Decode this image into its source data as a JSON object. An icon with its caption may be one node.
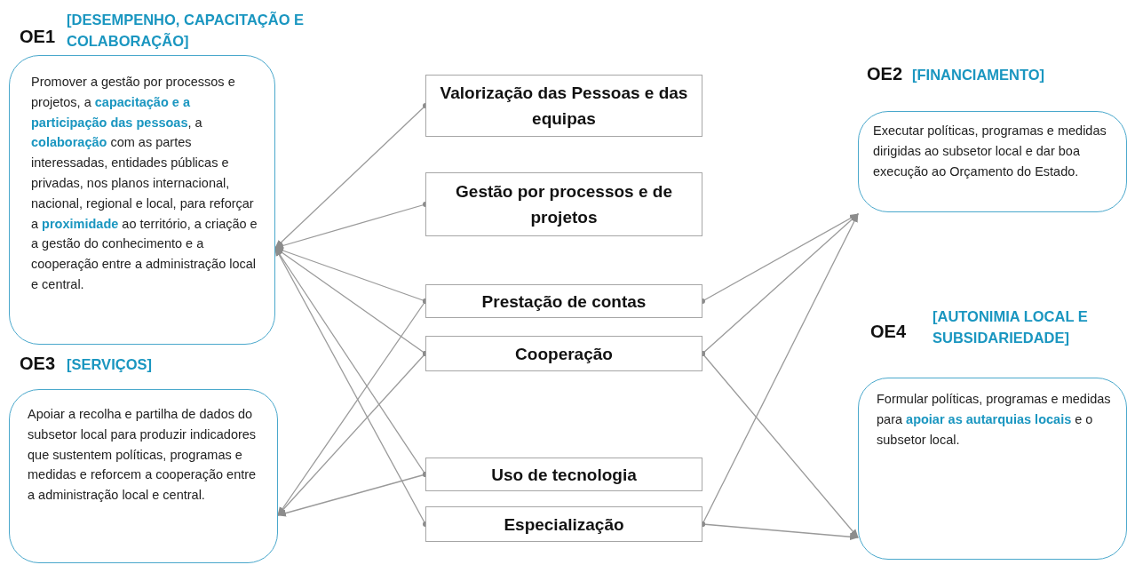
{
  "diagram": {
    "nodes": [
      {
        "text": [
          "OE1",
          "[DESEMPENHO, CAPACITAÇÃO E COLABORAÇÃO]",
          "Promover a gestão por processos e projetos, a **capacitação e a participação das pessoas**, a **colaboração** com as partes interessadas, entidades públicas e privadas, nos planos internacional, nacional, regional e local, para reforçar a **proximidade** ao território, a criação e a gestão do conhecimento e a cooperação entre a administração local e central."
        ]
      },
      {
        "text": [
          "OE3",
          "[SERVIÇOS]",
          "Apoiar a recolha e partilha de dados do subsetor local para produzir indicadores que sustentem políticas, programas e medidas e reforcem a cooperação entre a administração local e central."
        ]
      },
      {
        "text": [
          "Valorização das Pessoas e das equipas"
        ]
      },
      {
        "text": [
          "Gestão por processos e de projetos"
        ]
      },
      {
        "text": [
          "Prestação de contas"
        ]
      },
      {
        "text": [
          "Cooperação"
        ]
      },
      {
        "text": [
          "Uso de tecnologia"
        ]
      },
      {
        "text": [
          "Especialização"
        ]
      },
      {
        "text": [
          "OE2",
          "[FINANCIAMENTO]",
          "Executar políticas, programas e medidas dirigidas ao subsetor local e dar boa execução ao Orçamento do Estado."
        ]
      },
      {
        "text": [
          "OE4",
          "[AUTONIMIA LOCAL E SUBSIDARIEDADE]",
          "Formular políticas, programas e medidas para **apoiar as autarquias locais** e o subsetor local."
        ]
      }
    ],
    "edges": [
      {
        "from": 2,
        "to": 0,
        "arrow": "to"
      },
      {
        "from": 3,
        "to": 0,
        "arrow": "to"
      },
      {
        "from": 4,
        "to": 0,
        "arrow": "to"
      },
      {
        "from": 5,
        "to": 0,
        "arrow": "to"
      },
      {
        "from": 6,
        "to": 0,
        "arrow": "to"
      },
      {
        "from": 7,
        "to": 0,
        "arrow": "to"
      },
      {
        "from": 4,
        "to": 1,
        "arrow": "to"
      },
      {
        "from": 5,
        "to": 1,
        "arrow": "to"
      },
      {
        "from": 6,
        "to": 1,
        "arrow": "to"
      },
      {
        "from": 4,
        "to": 8,
        "arrow": "to"
      },
      {
        "from": 5,
        "to": 8,
        "arrow": "to"
      },
      {
        "from": 7,
        "to": 8,
        "arrow": "to"
      },
      {
        "from": 5,
        "to": 9,
        "arrow": "to"
      },
      {
        "from": 7,
        "to": 9,
        "arrow": "to"
      }
    ]
  }
}
